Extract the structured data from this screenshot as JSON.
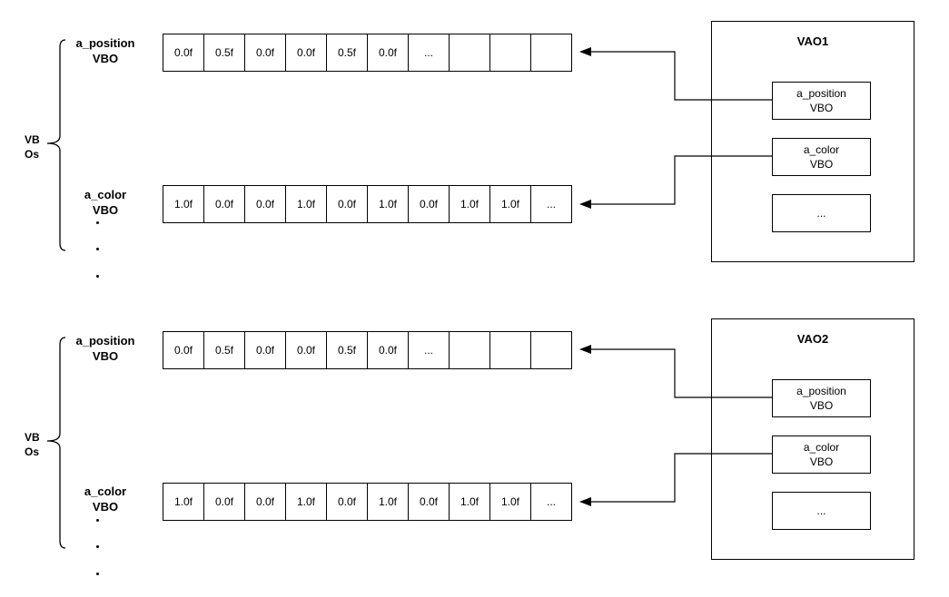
{
  "groups": [
    {
      "vbos_label": "VB\nOs",
      "position_label": "a_position\nVBO",
      "color_label": "a_color\nVBO",
      "position_cells": [
        "0.0f",
        "0.5f",
        "0.0f",
        "0.0f",
        "0.5f",
        "0.0f",
        "...",
        "",
        "",
        ""
      ],
      "color_cells": [
        "1.0f",
        "0.0f",
        "0.0f",
        "1.0f",
        "0.0f",
        "1.0f",
        "0.0f",
        "1.0f",
        "1.0f",
        "..."
      ],
      "vao": {
        "title": "VAO1",
        "slots": [
          "a_position\nVBO",
          "a_color\nVBO",
          "..."
        ]
      }
    },
    {
      "vbos_label": "VB\nOs",
      "position_label": "a_position\nVBO",
      "color_label": "a_color\nVBO",
      "position_cells": [
        "0.0f",
        "0.5f",
        "0.0f",
        "0.0f",
        "0.5f",
        "0.0f",
        "...",
        "",
        "",
        ""
      ],
      "color_cells": [
        "1.0f",
        "0.0f",
        "0.0f",
        "1.0f",
        "0.0f",
        "1.0f",
        "0.0f",
        "1.0f",
        "1.0f",
        "..."
      ],
      "vao": {
        "title": "VAO2",
        "slots": [
          "a_position\nVBO",
          "a_color\nVBO",
          "..."
        ]
      }
    }
  ]
}
